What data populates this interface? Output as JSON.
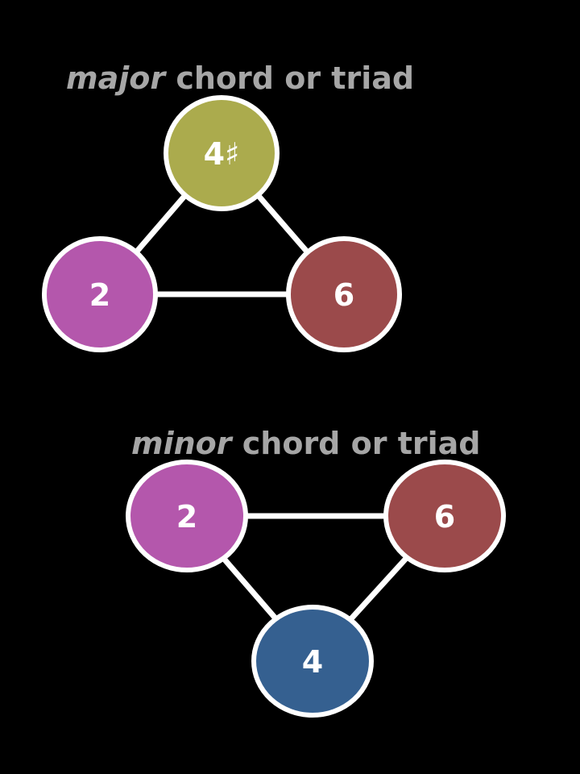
{
  "major": {
    "title_emph": "major",
    "title_rest": " chord or triad",
    "nodes": {
      "top": {
        "label": "4♯",
        "color": "#abab4d"
      },
      "left": {
        "label": "2",
        "color": "#b457ac"
      },
      "right": {
        "label": "6",
        "color": "#9b4a4b"
      }
    }
  },
  "minor": {
    "title_emph": "minor",
    "title_rest": " chord or triad",
    "nodes": {
      "left": {
        "label": "2",
        "color": "#b457ac"
      },
      "right": {
        "label": "6",
        "color": "#9b4a4b"
      },
      "bottom": {
        "label": "4",
        "color": "#356090"
      }
    }
  }
}
